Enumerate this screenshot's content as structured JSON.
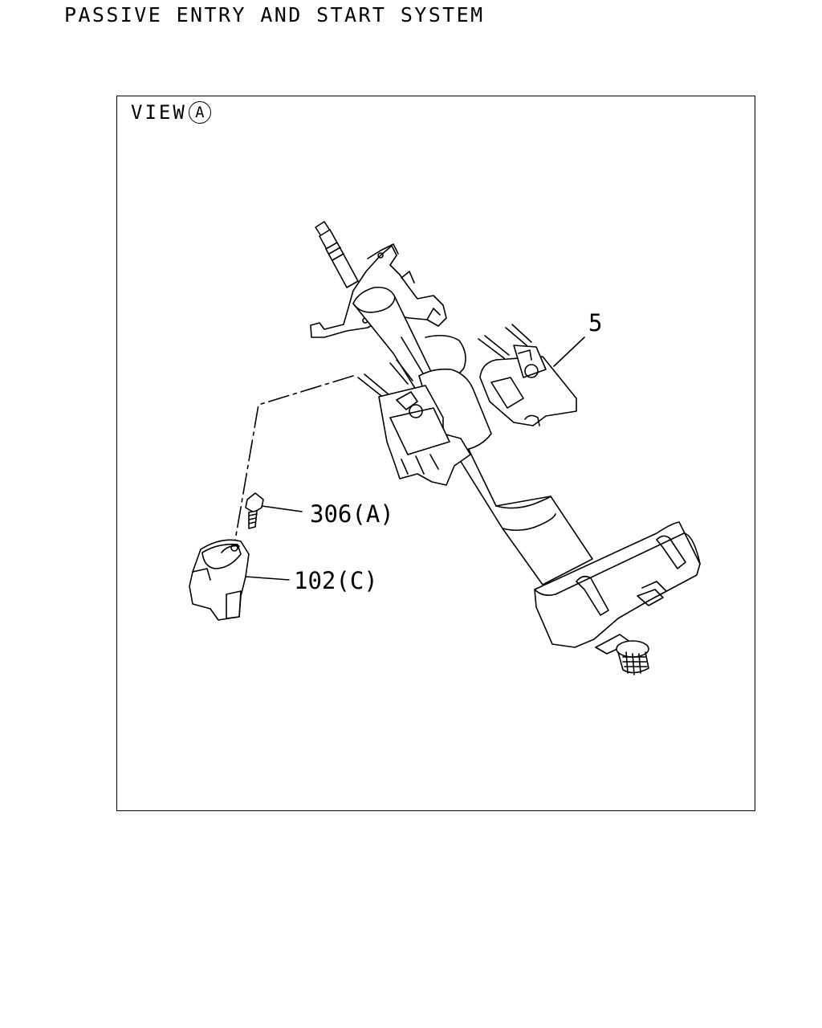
{
  "page": {
    "title": "PASSIVE ENTRY AND START SYSTEM"
  },
  "view": {
    "prefix": "VIEW",
    "letter": "A"
  },
  "callouts": {
    "part_5": "5",
    "part_306": "306(A)",
    "part_102": "102(C)"
  }
}
